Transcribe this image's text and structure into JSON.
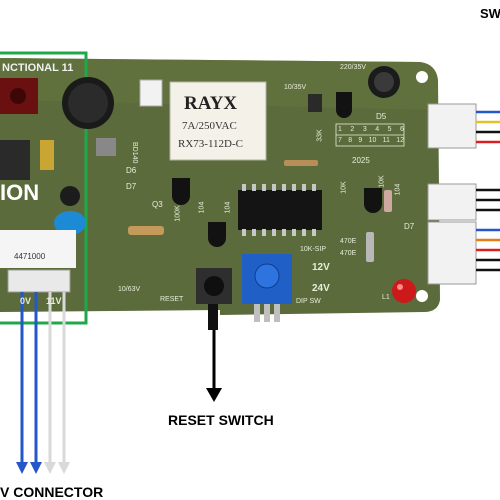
{
  "labels": {
    "top_right": "SW",
    "reset_switch": "RESET SWITCH",
    "bottom_left": "V CONNECTOR",
    "function_block": "ION",
    "function_header": "NCTIONAL 11"
  },
  "relay": {
    "brand": "RAYX",
    "rating": "7A/250VAC",
    "model": "RX73-112D-C"
  },
  "silkscreen": {
    "volt_12": "12V",
    "volt_24": "24V",
    "dip_sw": "DIP SW",
    "reset": "RESET",
    "year": "2025",
    "r_10k_sip": "10K-SIP",
    "r_470e_a": "470E",
    "r_470e_b": "470E",
    "l1": "L1",
    "d6": "D6",
    "d7": "D7",
    "d7_right": "D7",
    "d5": "D5",
    "q3": "Q3",
    "bd140": "BD140",
    "cap_top": "220/35V",
    "cap_mid": "10/35V",
    "cap_low": "10/63V",
    "r_33k": "33K",
    "r_10k_a": "10K",
    "r_10k_b": "10K",
    "r_104_a": "104",
    "r_104_b": "104",
    "r_104_c": "104",
    "r_100k": "100K",
    "conn_code": "4471000",
    "pwr_0v": "0V",
    "pwr_11v": "11V",
    "dip_numbers": [
      "1",
      "2",
      "3",
      "4",
      "5",
      "6",
      "7",
      "8",
      "9",
      "10",
      "11",
      "12"
    ]
  },
  "colors": {
    "pcb": "#5b6b3b",
    "pcb_dark": "#4a5930",
    "green_frame": "#1fa84a",
    "relay_body": "#f4f1e8",
    "wire_blue": "#2457c8",
    "wire_white": "#d9d9d9",
    "led_red": "#cc1a1a"
  }
}
